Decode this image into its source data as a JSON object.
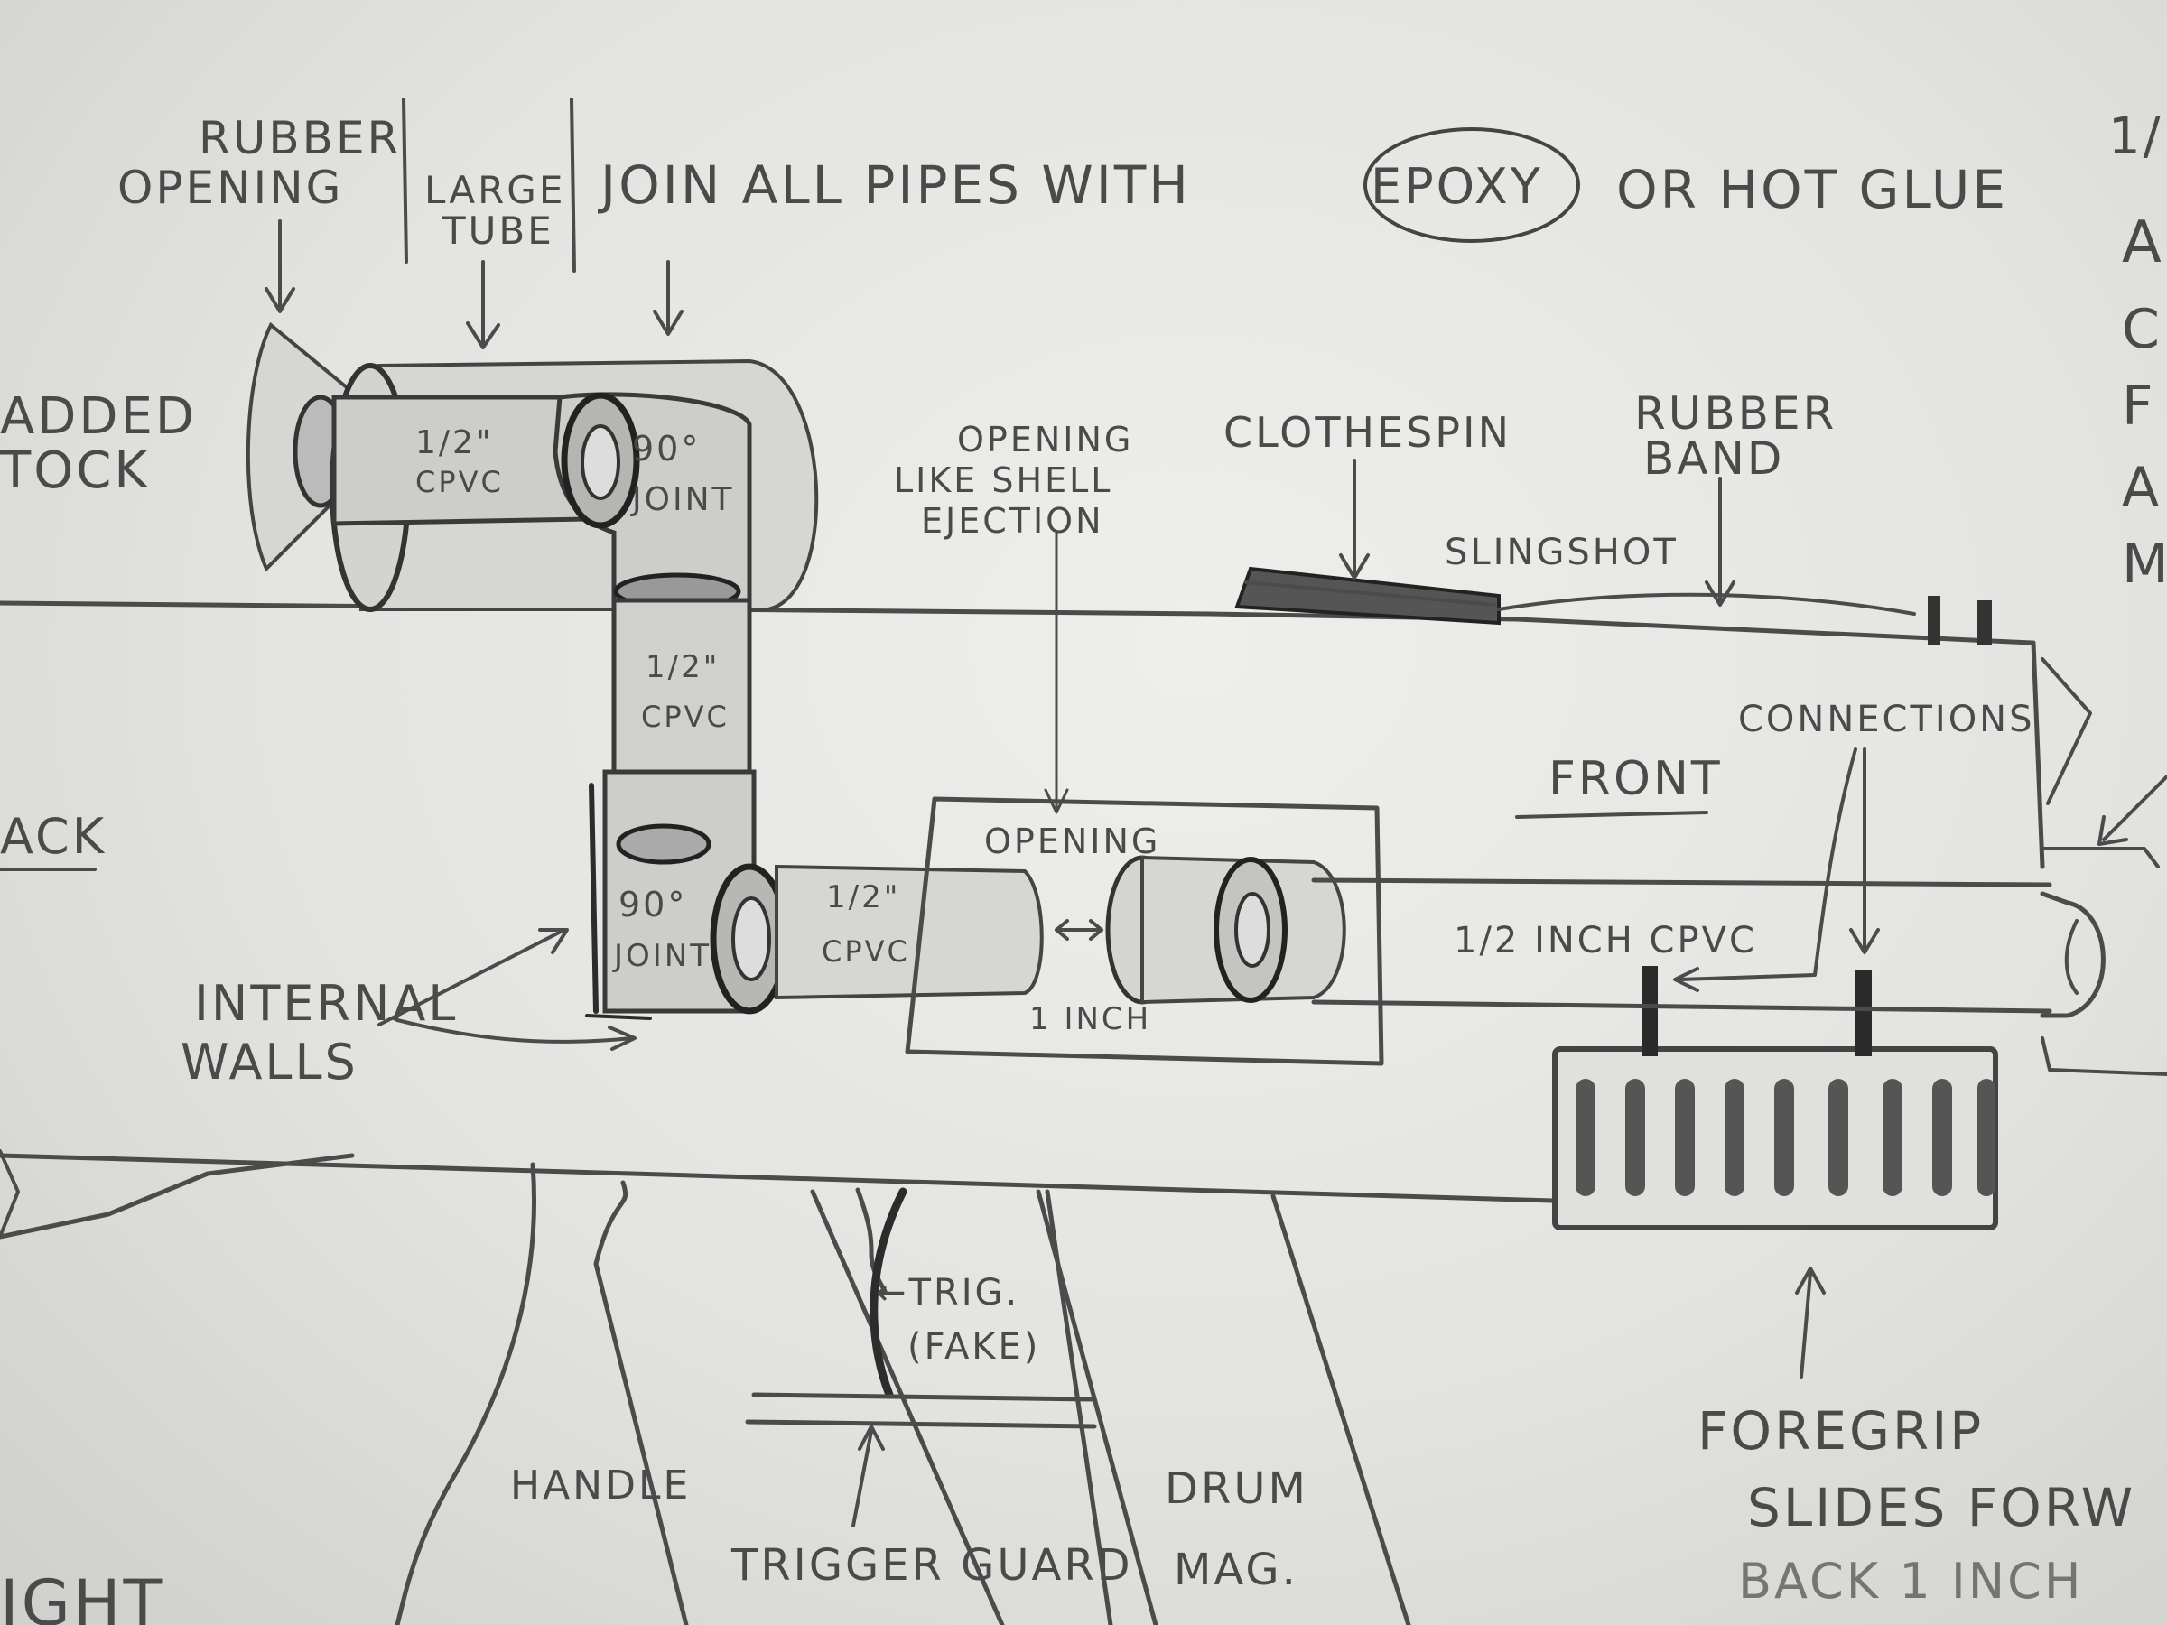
{
  "labels": {
    "rubber_opening_1": "RUBBER",
    "rubber_opening_2": "OPENING",
    "large_tube_1": "LARGE",
    "large_tube_2": "TUBE",
    "join_pre": "JOIN ALL PIPES WITH",
    "join_epoxy": "EPOXY",
    "join_post": "OR HOT GLUE",
    "added_stock_1": "ADDED",
    "added_stock_2": "TOCK",
    "top_pipe_cpvc_1": "1/2\"",
    "top_pipe_cpvc_2": "CPVC",
    "top_joint_1": "90°",
    "top_joint_2": "JOINT",
    "opening_like_1": "OPENING",
    "opening_like_2": "LIKE SHELL",
    "opening_like_3": "EJECTION",
    "clothespin": "CLOTHESPIN",
    "rubber_band_1": "RUBBER",
    "rubber_band_2": "BAND",
    "slingshot": "SLINGSHOT",
    "vertical_cpvc_1": "1/2\"",
    "vertical_cpvc_2": "CPVC",
    "connections": "CONNECTIONS",
    "front": "FRONT",
    "back": "ACK",
    "opening_box": "OPENING",
    "bottom_joint_1": "90°",
    "bottom_joint_2": "JOINT",
    "bottom_cpvc_1": "1/2\"",
    "bottom_cpvc_2": "CPVC",
    "gap": "1 INCH",
    "barrel": "1/2 INCH CPVC",
    "internal_walls_1": "INTERNAL",
    "internal_walls_2": "WALLS",
    "trigger_1": "←TRIG.",
    "trigger_2": "(FAKE)",
    "handle": "HANDLE",
    "trigger_guard": "TRIGGER GUARD",
    "drum_mag_1": "DRUM",
    "drum_mag_2": "MAG.",
    "foregrip_1": "FOREGRIP",
    "foregrip_2": "SLIDES FORW",
    "foregrip_3": "BACK 1 INCH",
    "bottom_left": "IGHT",
    "right_edge_1": "1/",
    "right_edge_2": "A",
    "right_edge_3": "C",
    "right_edge_4": "F",
    "right_edge_5": "A",
    "right_edge_6": "M"
  }
}
